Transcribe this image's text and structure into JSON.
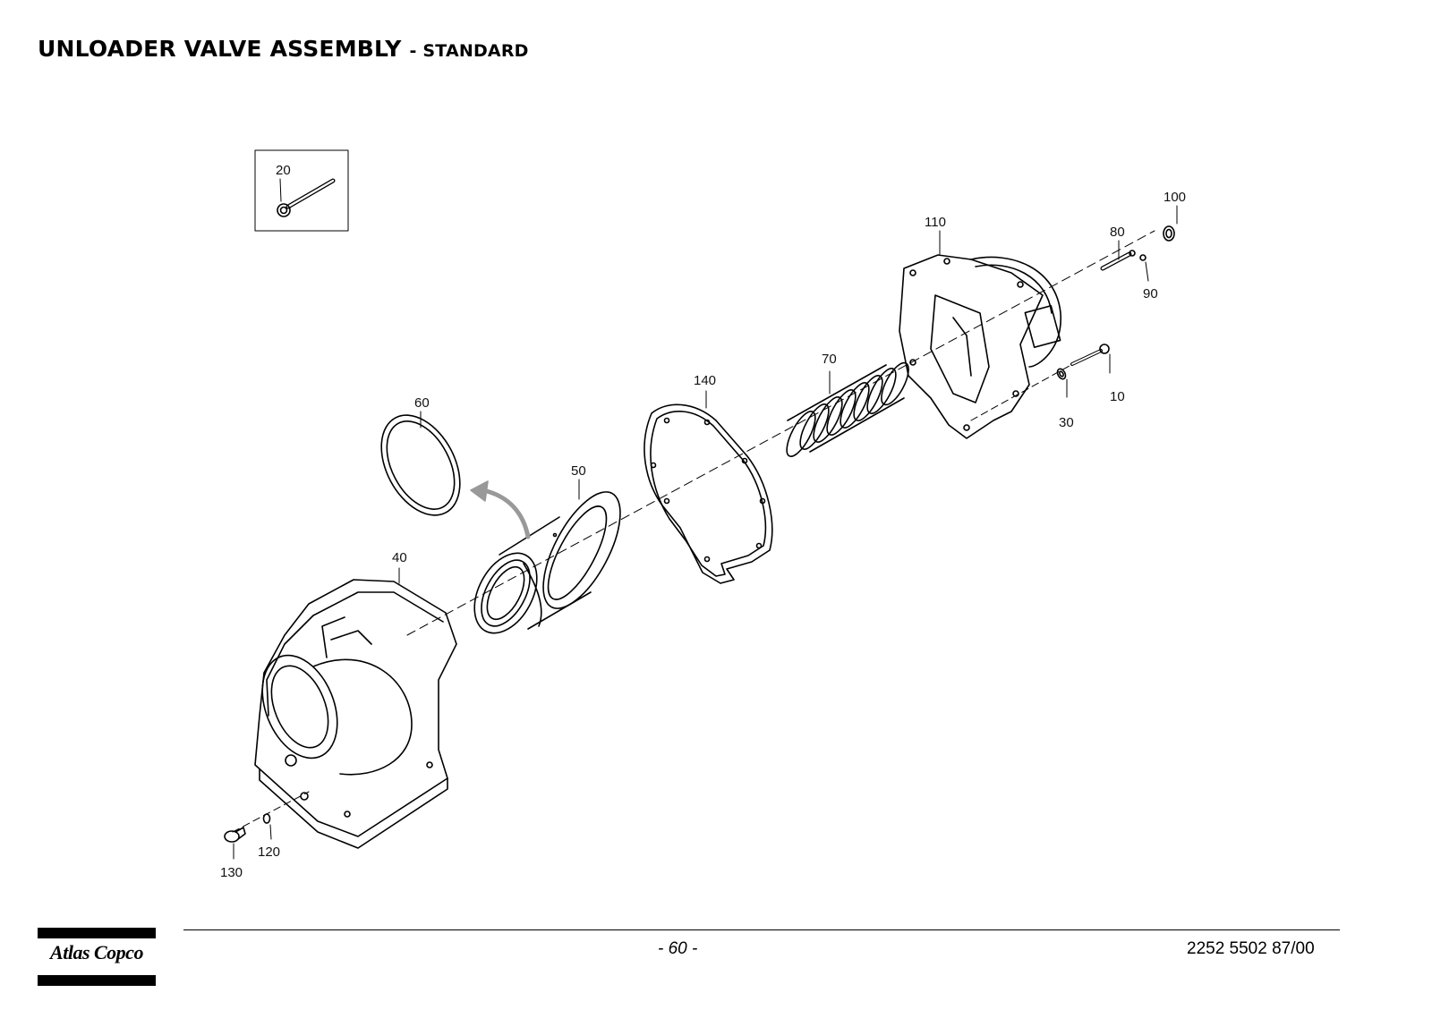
{
  "title": {
    "main": "UNLOADER VALVE ASSEMBLY",
    "sub": "- STANDARD"
  },
  "callouts": {
    "c10": "10",
    "c20": "20",
    "c30": "30",
    "c40": "40",
    "c50": "50",
    "c60": "60",
    "c70": "70",
    "c80": "80",
    "c90": "90",
    "c100": "100",
    "c110": "110",
    "c120": "120",
    "c130": "130",
    "c140": "140"
  },
  "footer": {
    "page_number": "- 60 -",
    "document_number": "2252 5502 87/00",
    "brand": "Atlas Copco"
  }
}
